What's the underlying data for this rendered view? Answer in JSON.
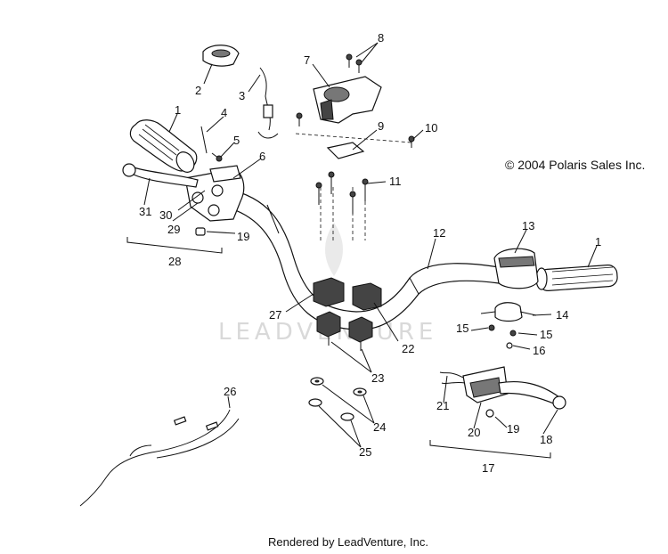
{
  "copyright": "© 2004 Polaris Sales Inc.",
  "footer": "Rendered by LeadVenture, Inc.",
  "watermark": "LEADVENTURE",
  "callouts": {
    "c1a": "1",
    "c1b": "1",
    "c2": "2",
    "c3": "3",
    "c4": "4",
    "c5": "5",
    "c6": "6",
    "c7": "7",
    "c8": "8",
    "c9": "9",
    "c10": "10",
    "c11": "11",
    "c12": "12",
    "c13": "13",
    "c14": "14",
    "c15a": "15",
    "c15b": "15",
    "c16": "16",
    "c17": "17",
    "c18": "18",
    "c19a": "19",
    "c19b": "19",
    "c20": "20",
    "c21": "21",
    "c22": "22",
    "c23": "23",
    "c24": "24",
    "c25": "25",
    "c26": "26",
    "c27": "27",
    "c28": "28",
    "c29": "29",
    "c30": "30",
    "c31": "31"
  }
}
